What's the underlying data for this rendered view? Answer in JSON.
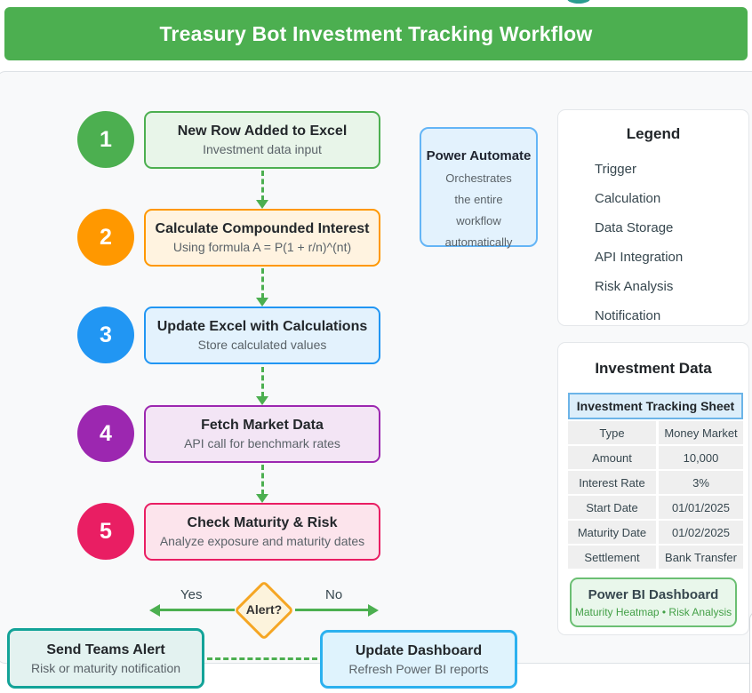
{
  "page": {
    "title": "Treasury Bot Investment Tracking Workflow"
  },
  "colors": {
    "header_green": "#4caf50",
    "step_trigger": "#4caf50",
    "step_calculation": "#ff9800",
    "step_data_storage": "#2196f3",
    "step_api_integration": "#9c27b0",
    "step_risk_analysis": "#e91e63",
    "notification_teal": "#13a398",
    "dashboard_blue": "#2cb1ef",
    "diamond_orange": "#f5a623",
    "arrow_green": "#4caf50"
  },
  "workflow": {
    "steps": [
      {
        "number": "1",
        "title": "New Row Added to Excel",
        "subtitle": "Investment data input"
      },
      {
        "number": "2",
        "title": "Calculate Compounded Interest",
        "subtitle": "Using formula A = P(1 + r/n)^(nt)"
      },
      {
        "number": "3",
        "title": "Update Excel with Calculations",
        "subtitle": "Store calculated values"
      },
      {
        "number": "4",
        "title": "Fetch Market Data",
        "subtitle": "API call for benchmark rates"
      },
      {
        "number": "5",
        "title": "Check Maturity & Risk",
        "subtitle": "Analyze exposure and maturity dates"
      }
    ],
    "decision": {
      "label": "Alert?",
      "yes_label": "Yes",
      "no_label": "No"
    },
    "yes_branch": {
      "title": "Send Teams Alert",
      "subtitle": "Risk or maturity notification"
    },
    "no_branch": {
      "title": "Update Dashboard",
      "subtitle": "Refresh Power BI reports"
    }
  },
  "power_automate": {
    "title": "Power Automate",
    "lines": [
      "Orchestrates",
      "the entire",
      "workflow",
      "automatically"
    ]
  },
  "legend": {
    "title": "Legend",
    "items": [
      "Trigger",
      "Calculation",
      "Data Storage",
      "API Integration",
      "Risk Analysis",
      "Notification"
    ]
  },
  "investment_data": {
    "title": "Investment Data",
    "table": {
      "header": "Investment Tracking Sheet",
      "rows": [
        {
          "label": "Type",
          "value": "Money Market"
        },
        {
          "label": "Amount",
          "value": "10,000"
        },
        {
          "label": "Interest Rate",
          "value": "3%"
        },
        {
          "label": "Start Date",
          "value": "01/01/2025"
        },
        {
          "label": "Maturity Date",
          "value": "01/02/2025"
        },
        {
          "label": "Settlement",
          "value": "Bank Transfer"
        }
      ]
    },
    "dashboard": {
      "title": "Power BI Dashboard",
      "subtitle": "Maturity Heatmap • Risk Analysis"
    }
  }
}
